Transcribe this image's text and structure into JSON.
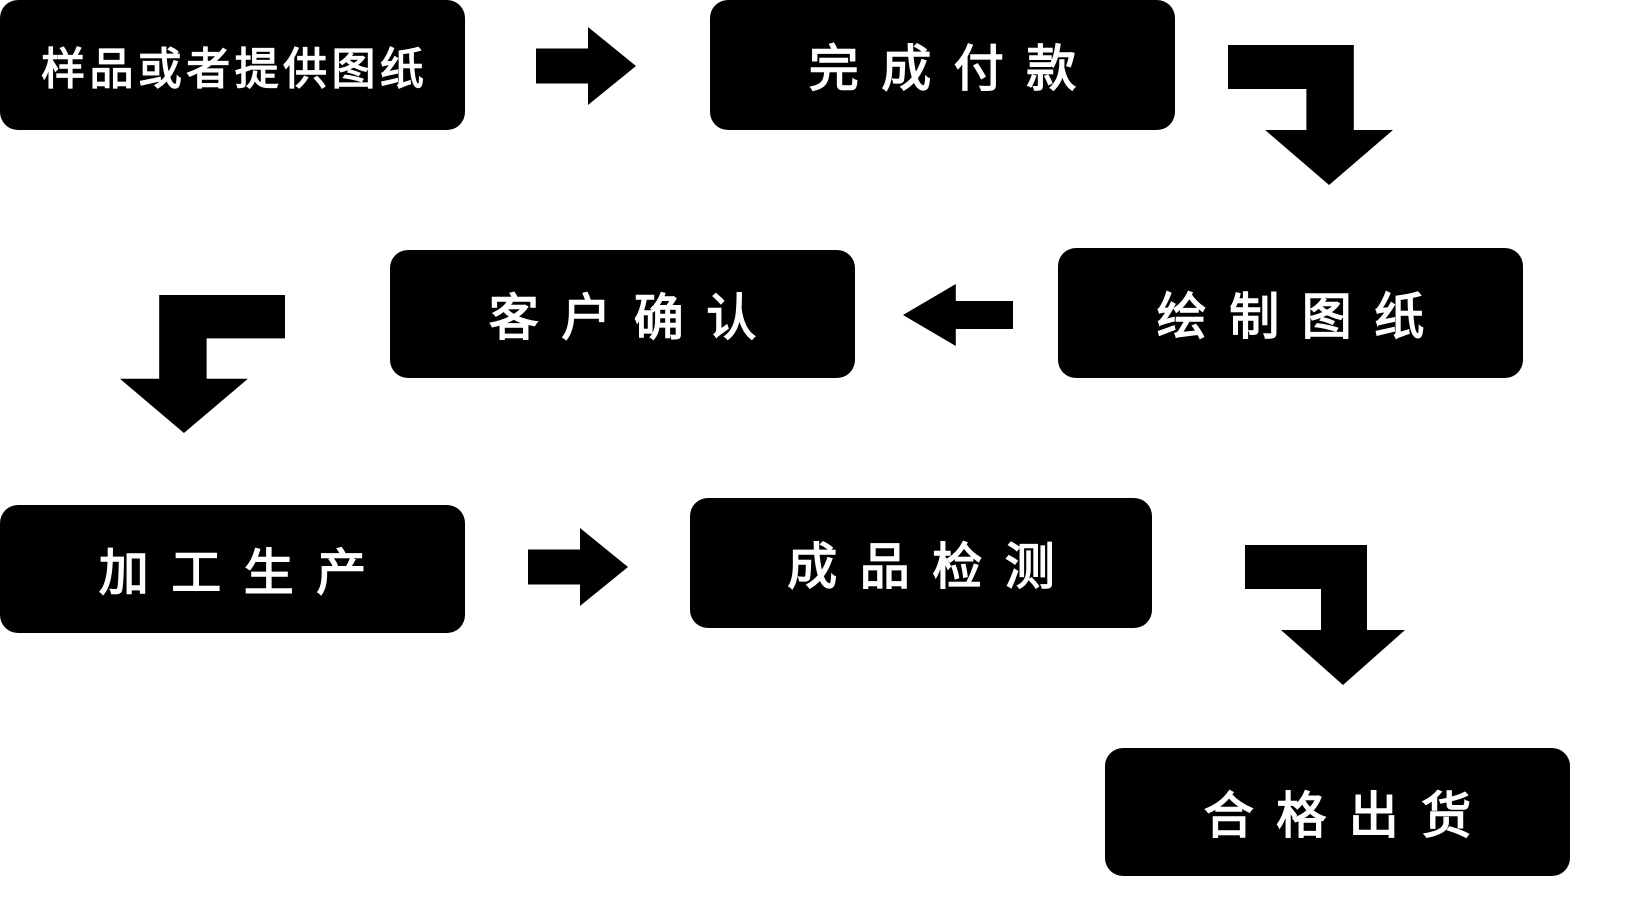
{
  "flowchart": {
    "title": "production-process-flow",
    "nodes": [
      {
        "id": "sample",
        "label": "样品或者提供图纸"
      },
      {
        "id": "payment",
        "label": "完成付款"
      },
      {
        "id": "confirm",
        "label": "客户确认"
      },
      {
        "id": "drawing",
        "label": "绘制图纸"
      },
      {
        "id": "production",
        "label": "加工生产"
      },
      {
        "id": "inspection",
        "label": "成品检测"
      },
      {
        "id": "shipment",
        "label": "合格出货"
      }
    ],
    "edges": [
      {
        "from": "sample",
        "to": "payment",
        "direction": "right"
      },
      {
        "from": "payment",
        "to": "drawing",
        "direction": "right-then-down"
      },
      {
        "from": "drawing",
        "to": "confirm",
        "direction": "left"
      },
      {
        "from": "confirm",
        "to": "production",
        "direction": "left-then-down"
      },
      {
        "from": "production",
        "to": "inspection",
        "direction": "right"
      },
      {
        "from": "inspection",
        "to": "shipment",
        "direction": "right-then-down"
      }
    ],
    "colors": {
      "node_background": "#000000",
      "node_text": "#ffffff",
      "arrow": "#000000",
      "page_background": "#ffffff"
    }
  }
}
